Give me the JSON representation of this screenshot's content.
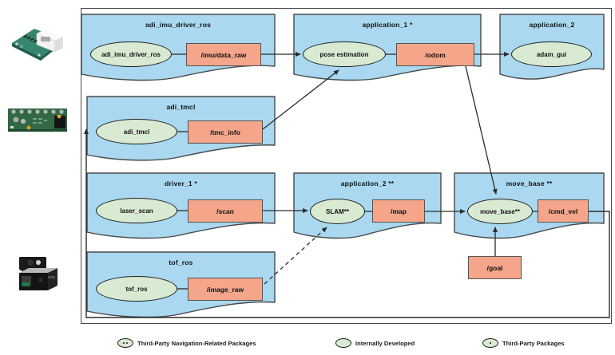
{
  "diagram": {
    "title": "ROS package and topic dataflow diagram",
    "colors": {
      "package_fill": "#a9d8f0",
      "package_stroke": "#4a4a4a",
      "node_fill": "#d9ead3",
      "node_stroke": "#1d1d1d",
      "topic_fill": "#f4a58a",
      "topic_stroke": "#555555",
      "wire": "#2b2b2b",
      "frame": "#4a4a4a"
    }
  },
  "packages": [
    {
      "id": "adi_imu_driver_ros",
      "title": "adi_imu_driver_ros",
      "node": "adi_imu_driver_ros",
      "topic": "/imu/data_raw"
    },
    {
      "id": "application_1",
      "title": "application_1 *",
      "node": "pose estimation",
      "topic": "/odom"
    },
    {
      "id": "application_2_top",
      "title": "application_2",
      "node": "adam_gui",
      "topic": ""
    },
    {
      "id": "adi_tmcl",
      "title": "adi_tmcl",
      "node": "adi_tmcl",
      "topic": "/tmc_info"
    },
    {
      "id": "driver_1",
      "title": "driver_1 *",
      "node": "laser_scan",
      "topic": "/scan"
    },
    {
      "id": "application_2_slam",
      "title": "application_2 **",
      "node": "SLAM**",
      "topic": "/map"
    },
    {
      "id": "move_base",
      "title": "move_base **",
      "node": "move_base**",
      "topic": "/cmd_vel"
    },
    {
      "id": "tof_ros",
      "title": "tof_ros",
      "node": "tof_ros",
      "topic": "/image_raw"
    }
  ],
  "standalone_topics": [
    {
      "id": "goal",
      "label": "/goal"
    }
  ],
  "hardware": [
    {
      "id": "imu-board",
      "name": "imu-sensor-board-image"
    },
    {
      "id": "tmcl-board",
      "name": "motor-controller-board-image"
    },
    {
      "id": "tof-camera",
      "name": "tof-camera-module-image"
    }
  ],
  "legend": {
    "items": [
      {
        "id": "third-party-nav",
        "label": "Third-Party Navigation-Related Packages",
        "marker": "ellipse-two-dots"
      },
      {
        "id": "internally-developed",
        "label": "Internally Developed",
        "marker": "ellipse-plain"
      },
      {
        "id": "third-party",
        "label": "Third-Party Packages",
        "marker": "ellipse-one-dot"
      }
    ]
  }
}
